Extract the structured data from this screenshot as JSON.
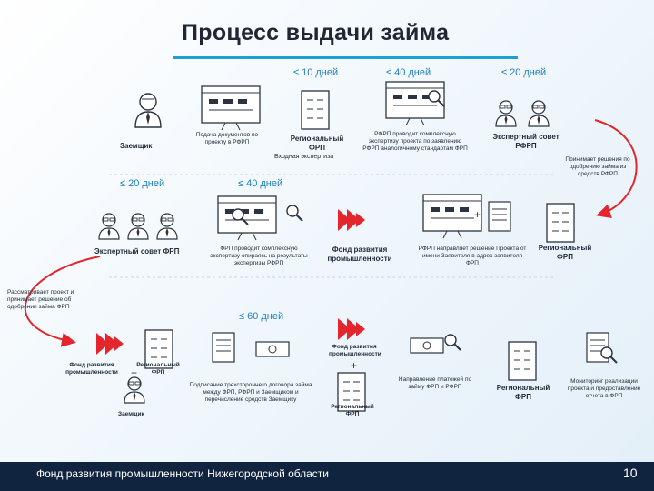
{
  "title": "Процесс выдачи займа",
  "durations": {
    "d1": "≤ 10 дней",
    "d2": "≤ 40 дней",
    "d3": "≤ 20 дней",
    "d4": "≤ 20 дней",
    "d5": "≤ 40 дней",
    "d6": "≤ 60 дней"
  },
  "labels": {
    "borrower": "Заемщик",
    "regional_frp": "Региональный ФРП",
    "regional_frp_2": "Региональный ФРП",
    "regional_frp_3": "Региональный ФРП",
    "regional_frp_small": "Региональный ФРП",
    "regional_frp_small_2": "Региональный ФРП",
    "expert_council_rfrp": "Экспертный совет РФРП",
    "expert_council_frp": "Экспертный совет ФРП",
    "fund_dev": "Фонд развития промышленности",
    "fund_dev_small": "Фонд развития промышленности",
    "fund_dev_small_2": "Фонд развития промышленности",
    "borrower_small": "Заемщик"
  },
  "notes": {
    "submit_docs": "Подача документов по проекту в РФРП",
    "input_expertise": "Входная экспертиза",
    "rfrp_expertise": "РФРП проводит комплексную экспертизу проекта по заявлению РФРП аналогичному стандартам ФРП",
    "rfrp_decision": "Принимает решения по одобрению займа из средств РФРП",
    "frp_expertise": "ФРП проводит комплексную экспертизу опираясь на результаты экспертизы РФРП",
    "rfrp_sends": "РФРП направляет решение Проекта от имени Заявителя в адрес заявителя ФРП",
    "frp_council_decision": "Рассматривает проект и принимает решение об одобрении займа ФРП",
    "sign_agreement": "Подписание трехстороннего договора займа между ФРП, РФРП и Заемщиком и перечисление средств Заемщику",
    "payments": "Направление платежей по займу ФРП и РФРП",
    "monitoring": "Мониторинг реализации проекта и предоставление отчета в ФРП"
  },
  "footer": {
    "org": "Фонд развития промышленности Нижегородской области",
    "page": "10"
  },
  "colors": {
    "accent": "#1f9fd8",
    "brand_red": "#e3262d",
    "footer_bg": "#10243f",
    "text": "#1e2a38"
  }
}
